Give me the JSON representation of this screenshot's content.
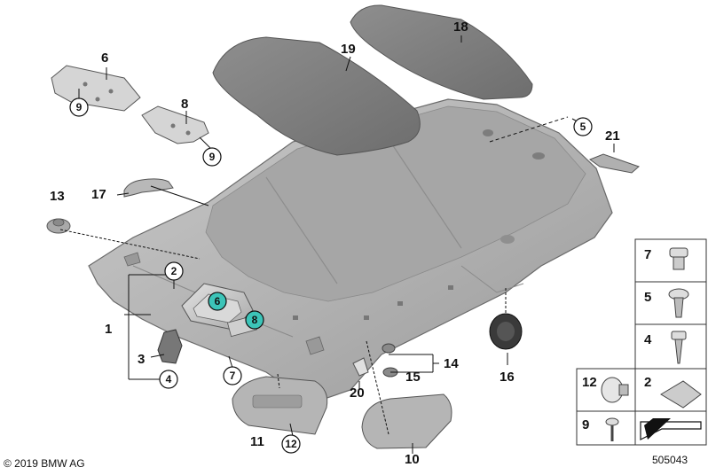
{
  "diagram": {
    "callouts": {
      "c1": "1",
      "c2": "2",
      "c3": "3",
      "c4": "4",
      "c5": "5",
      "c6": "6",
      "c7": "7",
      "c8": "8",
      "c9a": "9",
      "c9b": "9",
      "c10": "10",
      "c11": "11",
      "c12": "12",
      "c13": "13",
      "c14": "14",
      "c15": "15",
      "c16": "16",
      "c17": "17",
      "c18": "18",
      "c19": "19",
      "c20": "20",
      "c21": "21",
      "c6h": "6",
      "c8h": "8"
    },
    "legend": {
      "l7": "7",
      "l5": "5",
      "l4": "4",
      "l12": "12",
      "l2": "2",
      "l9": "9"
    },
    "highlight_color": "#3cc4b8"
  },
  "footer": {
    "copyright": "© 2019 BMW AG",
    "diagram_number": "505043"
  }
}
